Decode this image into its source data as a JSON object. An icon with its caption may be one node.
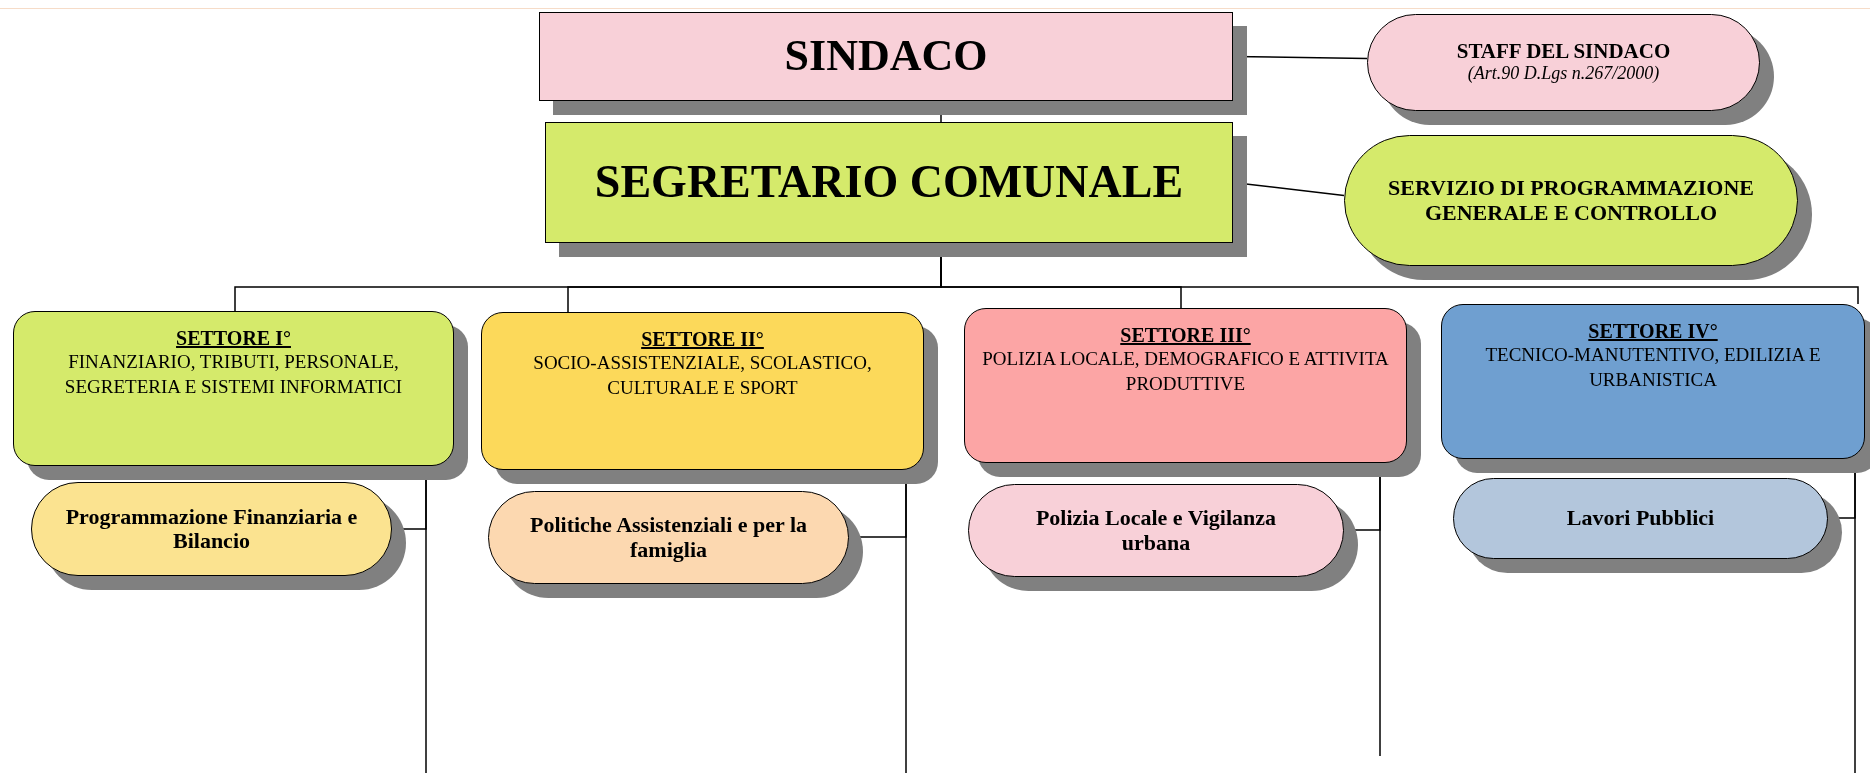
{
  "diagram": {
    "nodes": [
      {
        "text": [
          "SINDACO"
        ]
      },
      {
        "text": [
          "STAFF DEL SINDACO",
          "(Art.90 D.Lgs n.267/2000)"
        ]
      },
      {
        "text": [
          "SEGRETARIO COMUNALE"
        ]
      },
      {
        "text": [
          "SERVIZIO DI PROGRAMMAZIONE GENERALE E CONTROLLO"
        ]
      },
      {
        "text": [
          "SETTORE I°",
          "FINANZIARIO, TRIBUTI, PERSONALE, SEGRETERIA E SISTEMI INFORMATICI"
        ]
      },
      {
        "text": [
          "Programmazione Finanziaria e Bilancio"
        ]
      },
      {
        "text": [
          "SETTORE II°",
          "SOCIO-ASSISTENZIALE, SCOLASTICO, CULTURALE E SPORT"
        ]
      },
      {
        "text": [
          "Politiche Assistenziali e per la famiglia"
        ]
      },
      {
        "text": [
          "SETTORE III°",
          "POLIZIA LOCALE, DEMOGRAFICO E ATTIVITA PRODUTTIVE"
        ]
      },
      {
        "text": [
          "Polizia Locale e Vigilanza urbana"
        ]
      },
      {
        "text": [
          "SETTORE IV°",
          "TECNICO-MANUTENTIVO, EDILIZIA E URBANISTICA"
        ]
      },
      {
        "text": [
          "Lavori Pubblici"
        ]
      }
    ],
    "edges": [
      {
        "from": 0,
        "to": 1,
        "arrow": "none"
      },
      {
        "from": 0,
        "to": 2,
        "arrow": "none"
      },
      {
        "from": 2,
        "to": 3,
        "arrow": "none"
      },
      {
        "from": 2,
        "to": 4,
        "arrow": "none"
      },
      {
        "from": 2,
        "to": 6,
        "arrow": "none"
      },
      {
        "from": 2,
        "to": 8,
        "arrow": "none"
      },
      {
        "from": 2,
        "to": 10,
        "arrow": "none"
      },
      {
        "from": 4,
        "to": 5,
        "arrow": "none"
      },
      {
        "from": 6,
        "to": 7,
        "arrow": "none"
      },
      {
        "from": 8,
        "to": 9,
        "arrow": "none"
      },
      {
        "from": 10,
        "to": 11,
        "arrow": "none"
      },
      {
        "from": 4,
        "to": null,
        "arrow": "none"
      },
      {
        "from": 6,
        "to": null,
        "arrow": "none"
      },
      {
        "from": 8,
        "to": null,
        "arrow": "none"
      },
      {
        "from": 10,
        "to": null,
        "arrow": "none"
      }
    ]
  }
}
